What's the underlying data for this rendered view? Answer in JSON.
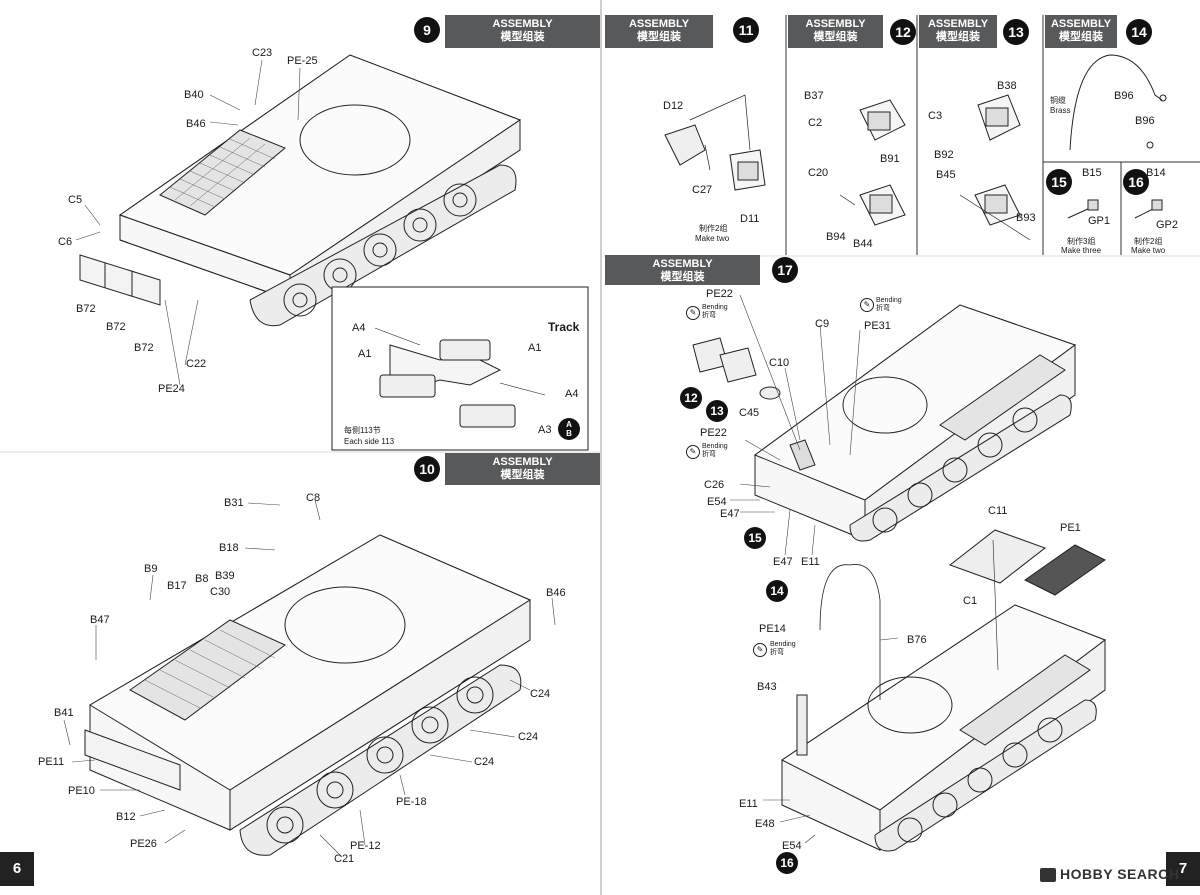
{
  "header": {
    "assembly": "ASSEMBLY",
    "assembly_cn": "模型组装"
  },
  "steps": {
    "s9": "9",
    "s10": "10",
    "s11": "11",
    "s12": "12",
    "s13": "13",
    "s14": "14",
    "s15": "15",
    "s16": "16",
    "s17": "17"
  },
  "pages": {
    "left": "6",
    "right": "7"
  },
  "watermark": "HOBBY SEARCH",
  "step9": {
    "labels": [
      "C23",
      "PE-25",
      "B40",
      "B46",
      "C5",
      "C6",
      "B72",
      "B72",
      "B72",
      "C22",
      "PE24"
    ],
    "track": {
      "title": "Track",
      "labels": [
        "A4",
        "A1",
        "A1",
        "A4",
        "A3"
      ],
      "note_cn": "每侧113节",
      "note_en": "Each side 113",
      "circle_top": "A",
      "circle_bottom": "B"
    }
  },
  "step10": {
    "labels": [
      "B31",
      "C8",
      "B18",
      "B9",
      "B17",
      "B8",
      "B39",
      "C30",
      "B46",
      "B47",
      "C24",
      "B41",
      "C24",
      "PE11",
      "C24",
      "PE10",
      "PE-18",
      "B12",
      "PE-12",
      "PE26",
      "C21"
    ]
  },
  "step11": {
    "labels": [
      "D12",
      "C27",
      "D11"
    ],
    "note_cn": "制作2组",
    "note_en": "Make two"
  },
  "step12": {
    "labels": [
      "B37",
      "C2",
      "B91",
      "C20",
      "B94",
      "B44"
    ]
  },
  "step13": {
    "labels": [
      "B38",
      "C3",
      "B92",
      "B45",
      "B93"
    ]
  },
  "step14": {
    "labels": [
      "铜缆",
      "Brass",
      "B96",
      "B96"
    ]
  },
  "step15": {
    "labels": [
      "B15",
      "GP1"
    ],
    "note_cn": "制作3组",
    "note_en": "Make three"
  },
  "step16": {
    "labels": [
      "B14",
      "GP2"
    ],
    "note_cn": "制作2组",
    "note_en": "Make two"
  },
  "step17": {
    "labels": [
      "PE22",
      "C9",
      "PE31",
      "C10",
      "C45",
      "PE22",
      "C26",
      "E54",
      "E47",
      "E47",
      "E11",
      "C11",
      "PE1",
      "C1",
      "PE14",
      "B76",
      "B43",
      "E11",
      "E48",
      "E54"
    ],
    "bending_en": "Bending",
    "bending_cn": "折弯",
    "refs": [
      "12",
      "13",
      "15",
      "14",
      "16"
    ]
  }
}
